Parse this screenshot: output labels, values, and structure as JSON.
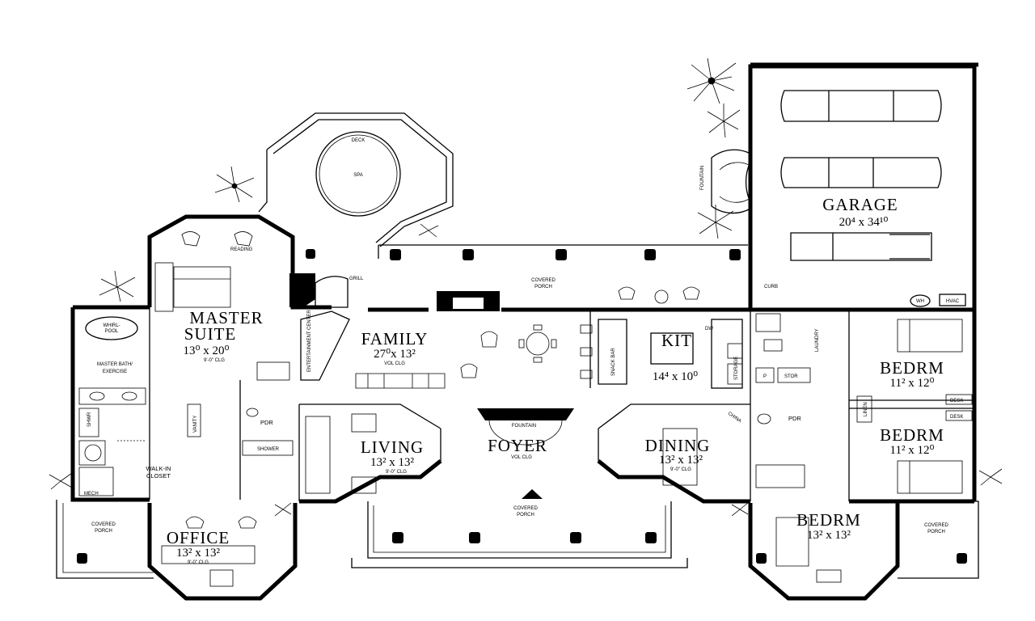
{
  "labels": {
    "garage": {
      "name": "GARAGE",
      "dim": "20⁴ x 34¹⁰"
    },
    "master_suite": {
      "name1": "MASTER",
      "name2": "SUITE",
      "dim": "13⁰ x 20⁰",
      "note": "9'-0\" CLG"
    },
    "family": {
      "name": "FAMILY",
      "dim": "27⁰x 13²",
      "note": "VOL CLG"
    },
    "kit": {
      "name": "KIT",
      "dim": "14⁴ x 10⁰"
    },
    "bedrm_ne": {
      "name": "BEDRM",
      "dim": "11² x 12⁰"
    },
    "bedrm_e": {
      "name": "BEDRM",
      "dim": "11² x 12⁰"
    },
    "bedrm_s": {
      "name": "BEDRM",
      "dim": "13² x 13²"
    },
    "living": {
      "name": "LIVING",
      "dim": "13² x 13²",
      "note": "9'-0\" CLG"
    },
    "foyer": {
      "name": "FOYER",
      "note": "VOL CLG"
    },
    "dining": {
      "name": "DINING",
      "dim": "13² x 13²",
      "note": "9'-0\" CLG"
    },
    "office": {
      "name": "OFFICE",
      "dim": "13² x 13²",
      "note": "9'-0\" CLG"
    },
    "deck": "DECK",
    "spa": "SPA",
    "reading": "READING",
    "grill": "GRILL",
    "covered_porch_rear": "COVERED\nPORCH",
    "covered_porch_front": "COVERED\nPORCH",
    "covered_porch_left": "COVERED\nPORCH",
    "covered_porch_right": "COVERED\nPORCH",
    "master_bath": "MASTER BATH/\nEXERCISE",
    "whirlpool": "WHIRL-\nPOOL",
    "walkin_closet": "WALK-IN\nCLOSET",
    "mech": "MECH",
    "vanity": "VANITY",
    "shwr": "SHWR",
    "pdr_west": "PDR",
    "pdr_east": "PDR",
    "shower": "SHOWER",
    "fountain_front": "FOUNTAIN",
    "fountain_side": "FOUNTAIN",
    "snack_bar": "SNACK BAR",
    "entertainment_center": "ENTERTAINMENT CENTER",
    "laundry": "LAUNDRY",
    "stor": "STOR",
    "p": "P",
    "linen": "LINEN",
    "desk1": "DESK",
    "desk2": "DESK",
    "china": "CHINA",
    "curb": "CURB",
    "wh": "WH",
    "hvac": "HVAC",
    "dw": "DW",
    "storage": "STORAGE"
  }
}
